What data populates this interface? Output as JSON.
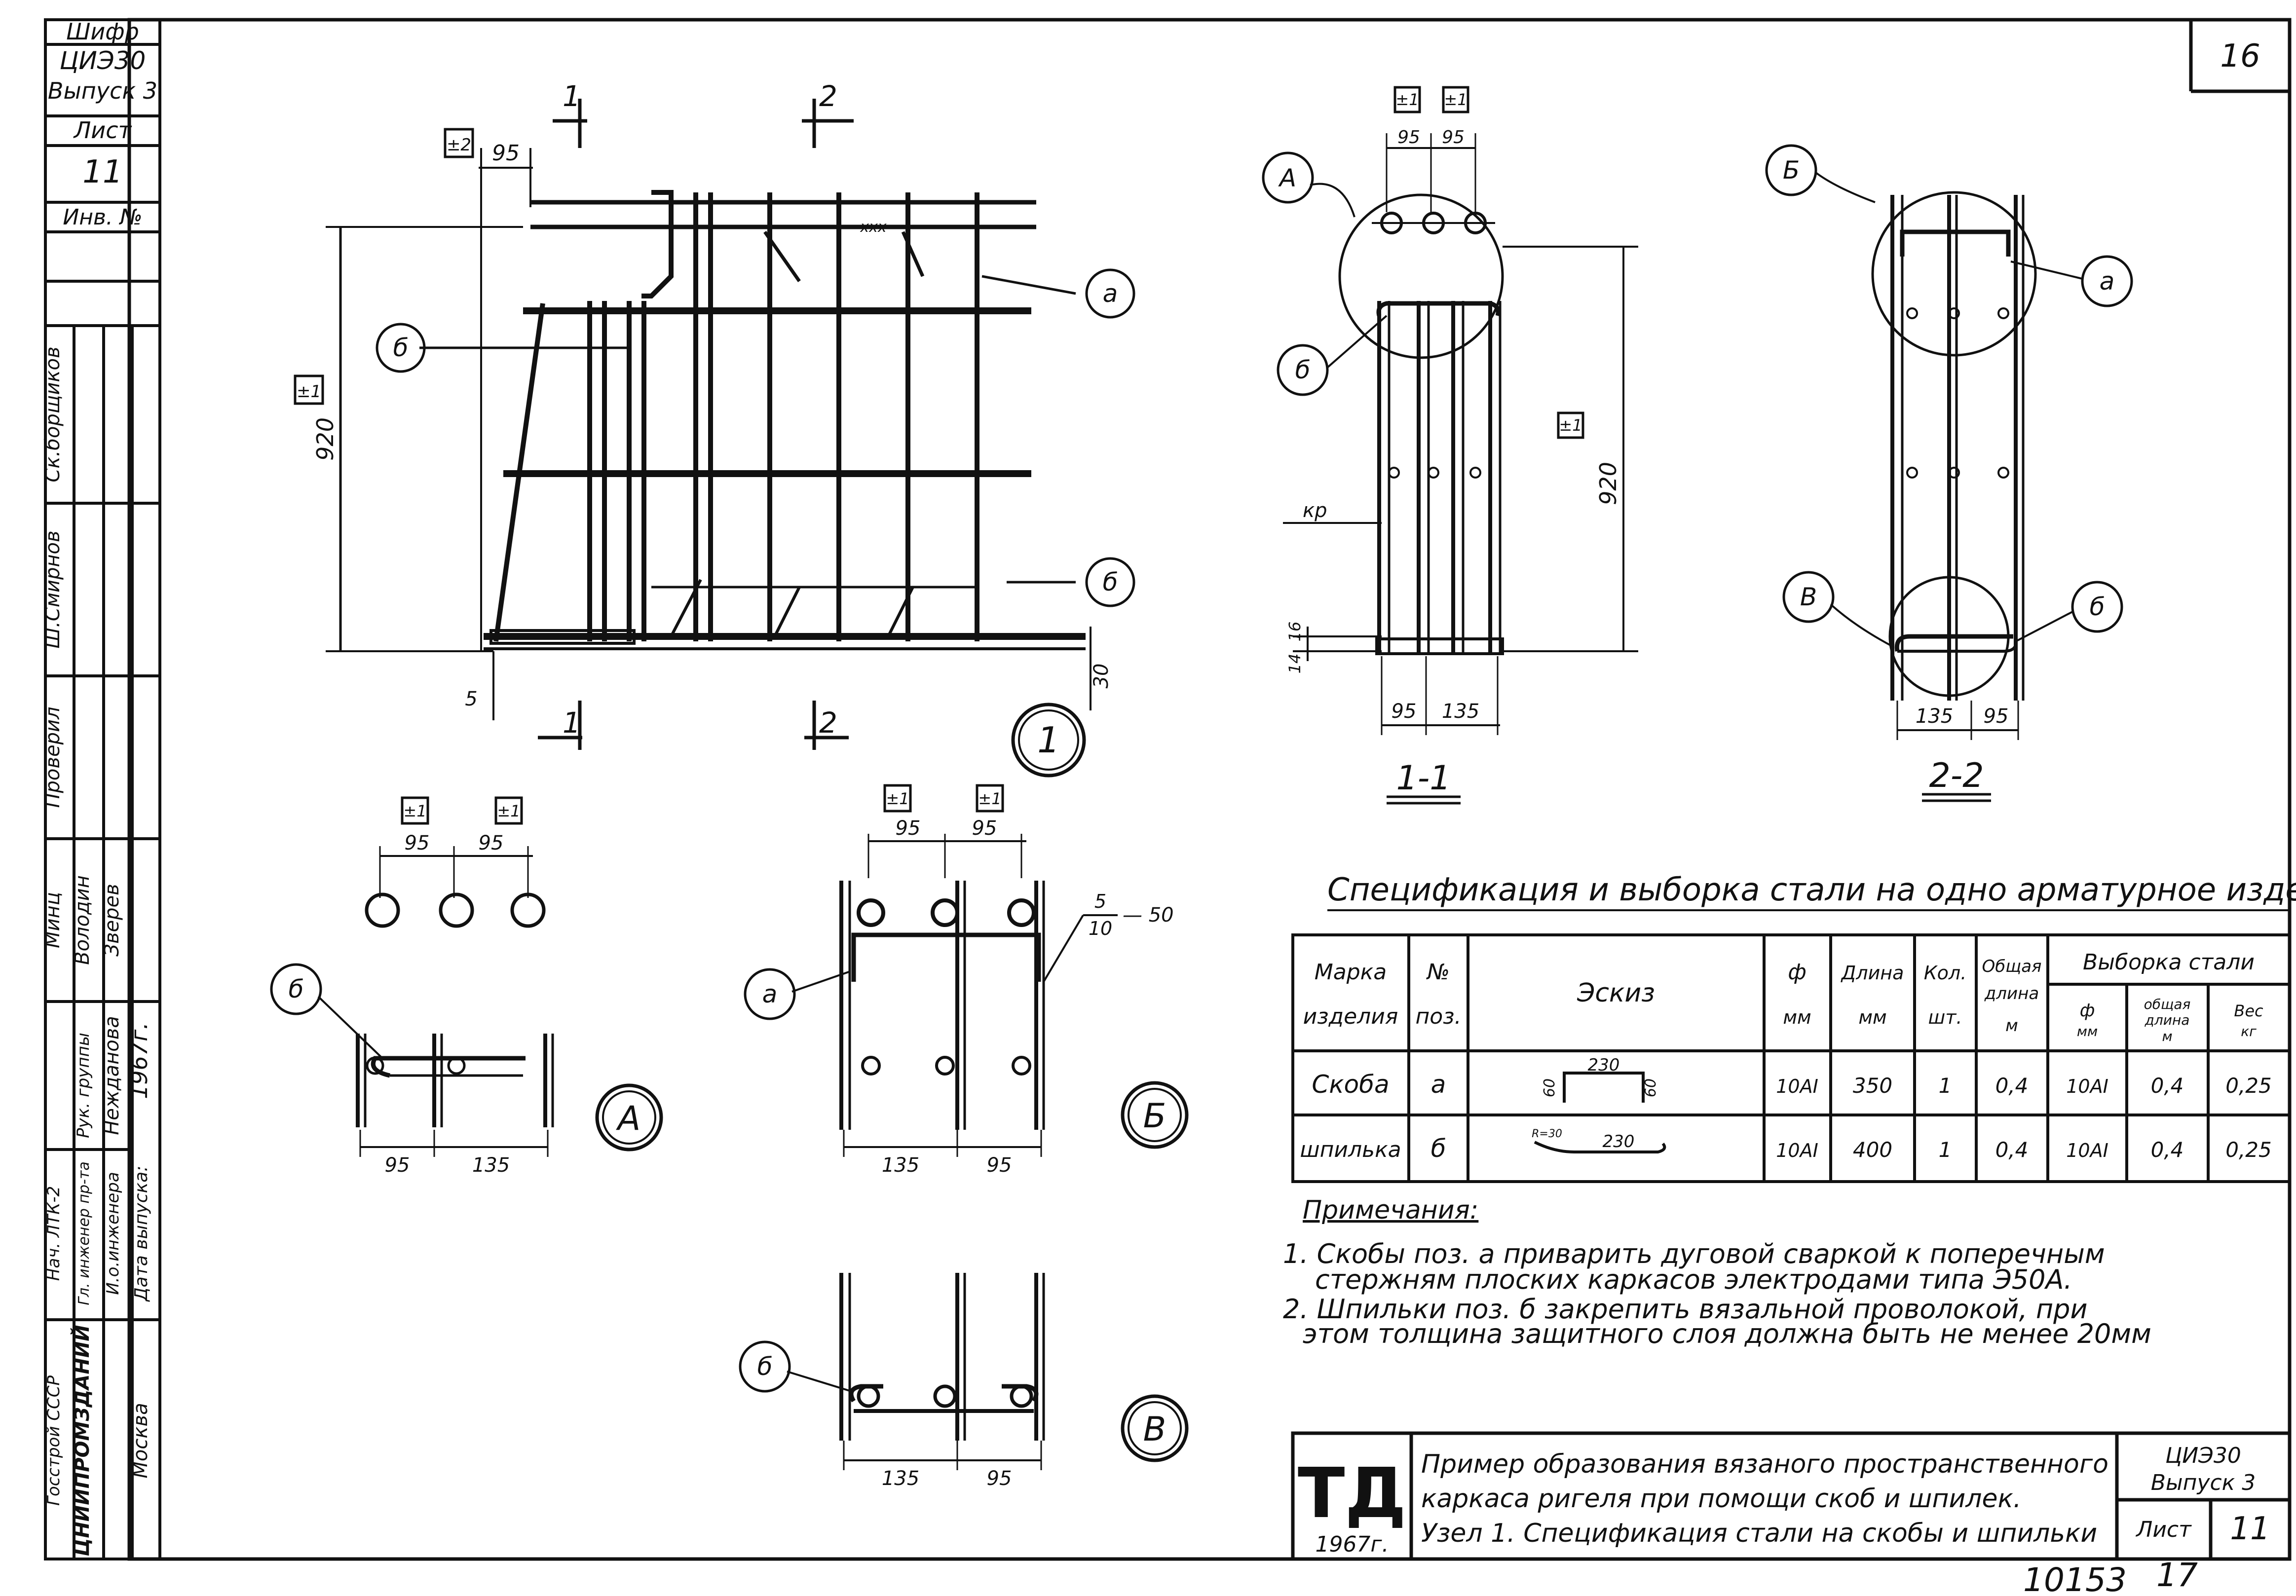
{
  "sheet_number": "16",
  "side_stamp": {
    "cipher_label": "Шифр",
    "cipher_value": "ЦИЭ30",
    "issue": "Выпуск 3",
    "sheet_label": "Лист",
    "sheet_value": "11",
    "inv_label": "Инв. №"
  },
  "approvals": {
    "cols": [
      "Ск.борщиков",
      "Ш.Смирнов",
      "Проверил",
      "Минц"
    ],
    "roles": [
      "Нач. ЛТК-2",
      "Гл. инженер пр-та",
      "Рук. группы",
      "И.о.инженера",
      "Дата выпуска:"
    ],
    "names": [
      "Володин",
      "Зверев",
      "Нежданова"
    ],
    "date_value": "1967г.",
    "org": "ЦНИИПРОМЗДАНИЙ",
    "org_top": "Госстрой СССР",
    "city": "Москва"
  },
  "view_main": {
    "section_1": "1",
    "section_2": "2",
    "tag_2": "±2",
    "tag_1": "±1",
    "dim_95": "95",
    "dim_920": "920",
    "dim_5": "5",
    "dim_30": "30",
    "callout_a": "а",
    "callout_b1": "б",
    "callout_b2": "б",
    "weld_mark": "ххх",
    "node_number": "1"
  },
  "view_1_1": {
    "title": "1-1",
    "tag_left": "±1",
    "tag_right": "±1",
    "tag_side": "±1",
    "dim_95a": "95",
    "dim_95b": "95",
    "dim_920": "920",
    "dim_kp": "кр",
    "dim_16": "16",
    "dim_14": "14",
    "dim_bottom_95": "95",
    "dim_bottom_135": "135",
    "callout_A": "А",
    "callout_b": "б"
  },
  "view_2_2": {
    "title": "2-2",
    "callout_B": "Б",
    "callout_a": "а",
    "callout_V": "В",
    "callout_b": "б",
    "dim_135": "135",
    "dim_95": "95"
  },
  "detail_A": {
    "label": "А",
    "tag_1": "±1",
    "tag_2": "±1",
    "dim_95a": "95",
    "dim_95b": "95",
    "callout_b": "б",
    "dim_bottom_95": "95",
    "dim_bottom_135": "135"
  },
  "detail_B": {
    "label": "Б",
    "tag_1": "±1",
    "tag_2": "±1",
    "dim_95a": "95",
    "dim_95b": "95",
    "weld_num": "5",
    "weld_den": "10",
    "weld_len": "— 50",
    "callout_a": "а",
    "dim_bottom_135": "135",
    "dim_bottom_95": "95"
  },
  "detail_V": {
    "label": "В",
    "callout_b": "б",
    "dim_bottom_135": "135",
    "dim_bottom_95": "95"
  },
  "spec": {
    "title": "Спецификация и выборка стали на одно арматурное изделие",
    "headers": {
      "mark_1": "Марка",
      "mark_2": "изделия",
      "pos_1": "№",
      "pos_2": "поз.",
      "sketch": "Эскиз",
      "dia_1": "ф",
      "dia_2": "мм",
      "len_1": "Длина",
      "len_2": "мм",
      "qty_1": "Кол.",
      "qty_2": "шт.",
      "total_1": "Общая",
      "total_2": "длина",
      "total_3": "м",
      "sel": "Выборка стали",
      "sel_dia_1": "ф",
      "sel_dia_2": "мм",
      "sel_len_1": "общая",
      "sel_len_2": "длина",
      "sel_len_3": "м",
      "sel_w_1": "Вес",
      "sel_w_2": "кг"
    },
    "rows": [
      {
        "mark": "Скоба",
        "pos": "а",
        "sketch_l": "60",
        "sketch_m": "230",
        "sketch_r": "60",
        "dia": "10АI",
        "len": "350",
        "qty": "1",
        "total": "0,4",
        "sel_dia": "10АI",
        "sel_len": "0,4",
        "sel_w": "0,25"
      },
      {
        "mark": "шпилька",
        "pos": "б",
        "sketch_l": "R=30",
        "sketch_m": "230",
        "sketch_r": "",
        "dia": "10АI",
        "len": "400",
        "qty": "1",
        "total": "0,4",
        "sel_dia": "10АI",
        "sel_len": "0,4",
        "sel_w": "0,25"
      }
    ]
  },
  "notes": {
    "title": "Примечания:",
    "n1a": "1. Скобы поз. а приварить дуговой сваркой к поперечным",
    "n1b": "стержням плоских каркасов электродами типа Э50А.",
    "n2a": "2. Шпильки поз. б закрепить вязальной проволокой, при",
    "n2b": "этом толщина защитного слоя должна быть не менее 20мм"
  },
  "title_block": {
    "logo": "ТД",
    "year": "1967г.",
    "line1": "Пример образования вязаного пространственного",
    "line2": "каркаса ригеля при помощи скоб и шпилек.",
    "line3": "Узел 1. Спецификация стали на скобы и шпильки",
    "code": "ЦИЭ30",
    "issue": "Выпуск 3",
    "sheet_label": "Лист",
    "sheet_value": "11"
  },
  "archive_number": "10153",
  "archive_suffix": "17"
}
